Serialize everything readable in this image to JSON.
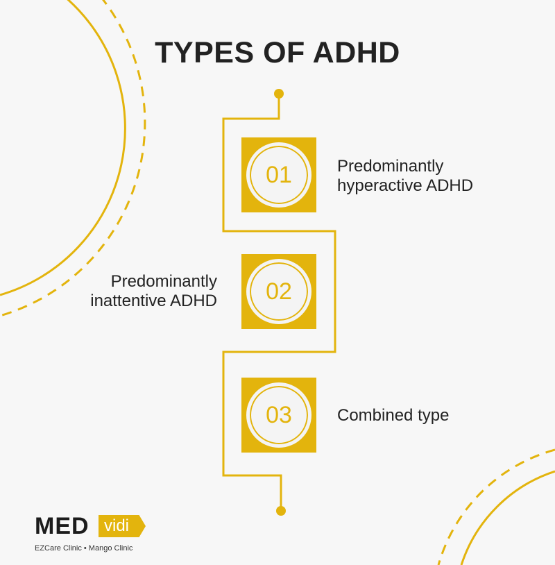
{
  "title": "TYPES OF ADHD",
  "colors": {
    "accent": "#e3b40d",
    "background": "#f7f7f7",
    "text": "#222222",
    "circle": "#f4f4f4"
  },
  "steps": [
    {
      "number": "01",
      "label_line1": "Predominantly",
      "label_line2": "hyperactive ADHD",
      "side": "right"
    },
    {
      "number": "02",
      "label_line1": "Predominantly",
      "label_line2": "inattentive ADHD",
      "side": "left"
    },
    {
      "number": "03",
      "label_line1": "Combined type",
      "label_line2": "",
      "side": "right"
    }
  ],
  "logo": {
    "main": "MED",
    "tag": "vidi",
    "subtitle": "EZCare Clinic • Mango Clinic"
  }
}
